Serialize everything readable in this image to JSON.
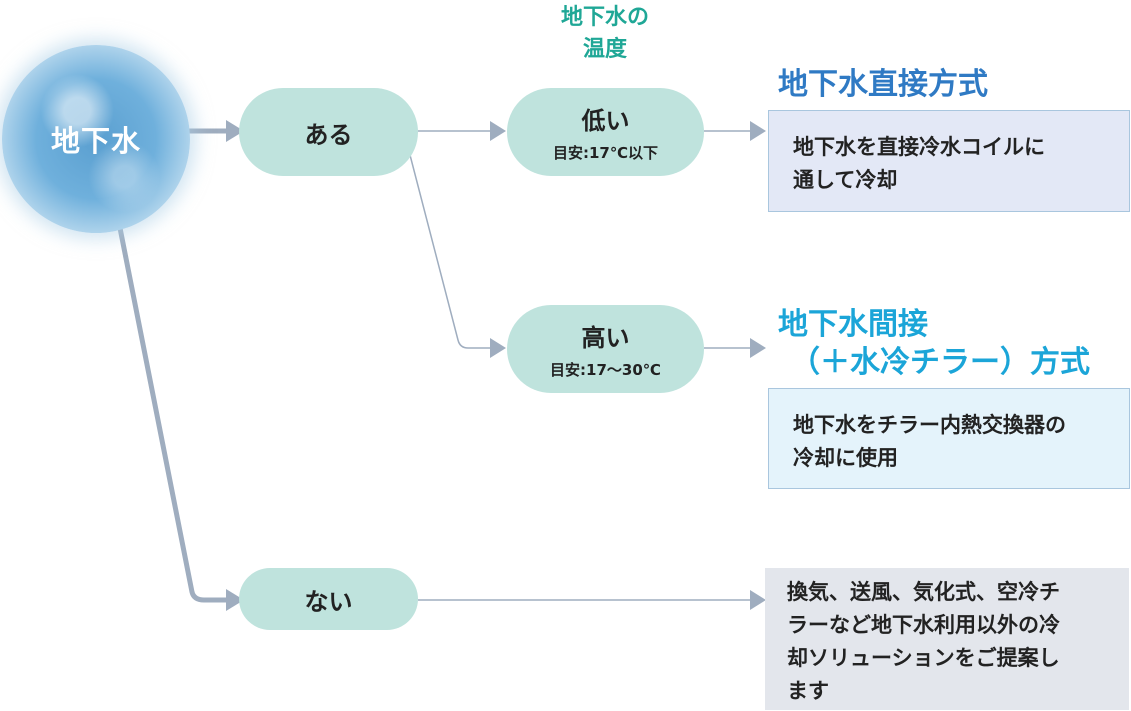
{
  "colors": {
    "connector": "#9fadbf",
    "pill": "#bfe3dd",
    "teal_text": "#1fa796",
    "method1_title": "#2f7ac4",
    "method2_title": "#1ba5d8",
    "box1_bg": "#e3e8f6",
    "box2_bg": "#e4f3fb",
    "box3_bg": "#e3e6ec"
  },
  "source": {
    "label": "地下水"
  },
  "temperature_header": {
    "line1": "地下水の",
    "line2": "温度"
  },
  "branches": {
    "yes": {
      "label": "ある"
    },
    "no": {
      "label": "ない"
    }
  },
  "temperatures": {
    "low": {
      "label": "低い",
      "sub": "目安:17℃以下"
    },
    "high": {
      "label": "高い",
      "sub": "目安:17〜30℃"
    }
  },
  "methods": {
    "direct": {
      "title": "地下水直接方式",
      "description_line1": "地下水を直接冷水コイルに",
      "description_line2": "通して冷却"
    },
    "indirect": {
      "title_line1": "地下水間接",
      "title_line2": "（＋水冷チラー）方式",
      "description_line1": "地下水をチラー内熱交換器の",
      "description_line2": "冷却に使用"
    },
    "other": {
      "description_line1": "換気、送風、気化式、空冷チ",
      "description_line2": "ラーなど地下水利用以外の冷",
      "description_line3": "却ソリューションをご提案し",
      "description_line4": "ます"
    }
  }
}
